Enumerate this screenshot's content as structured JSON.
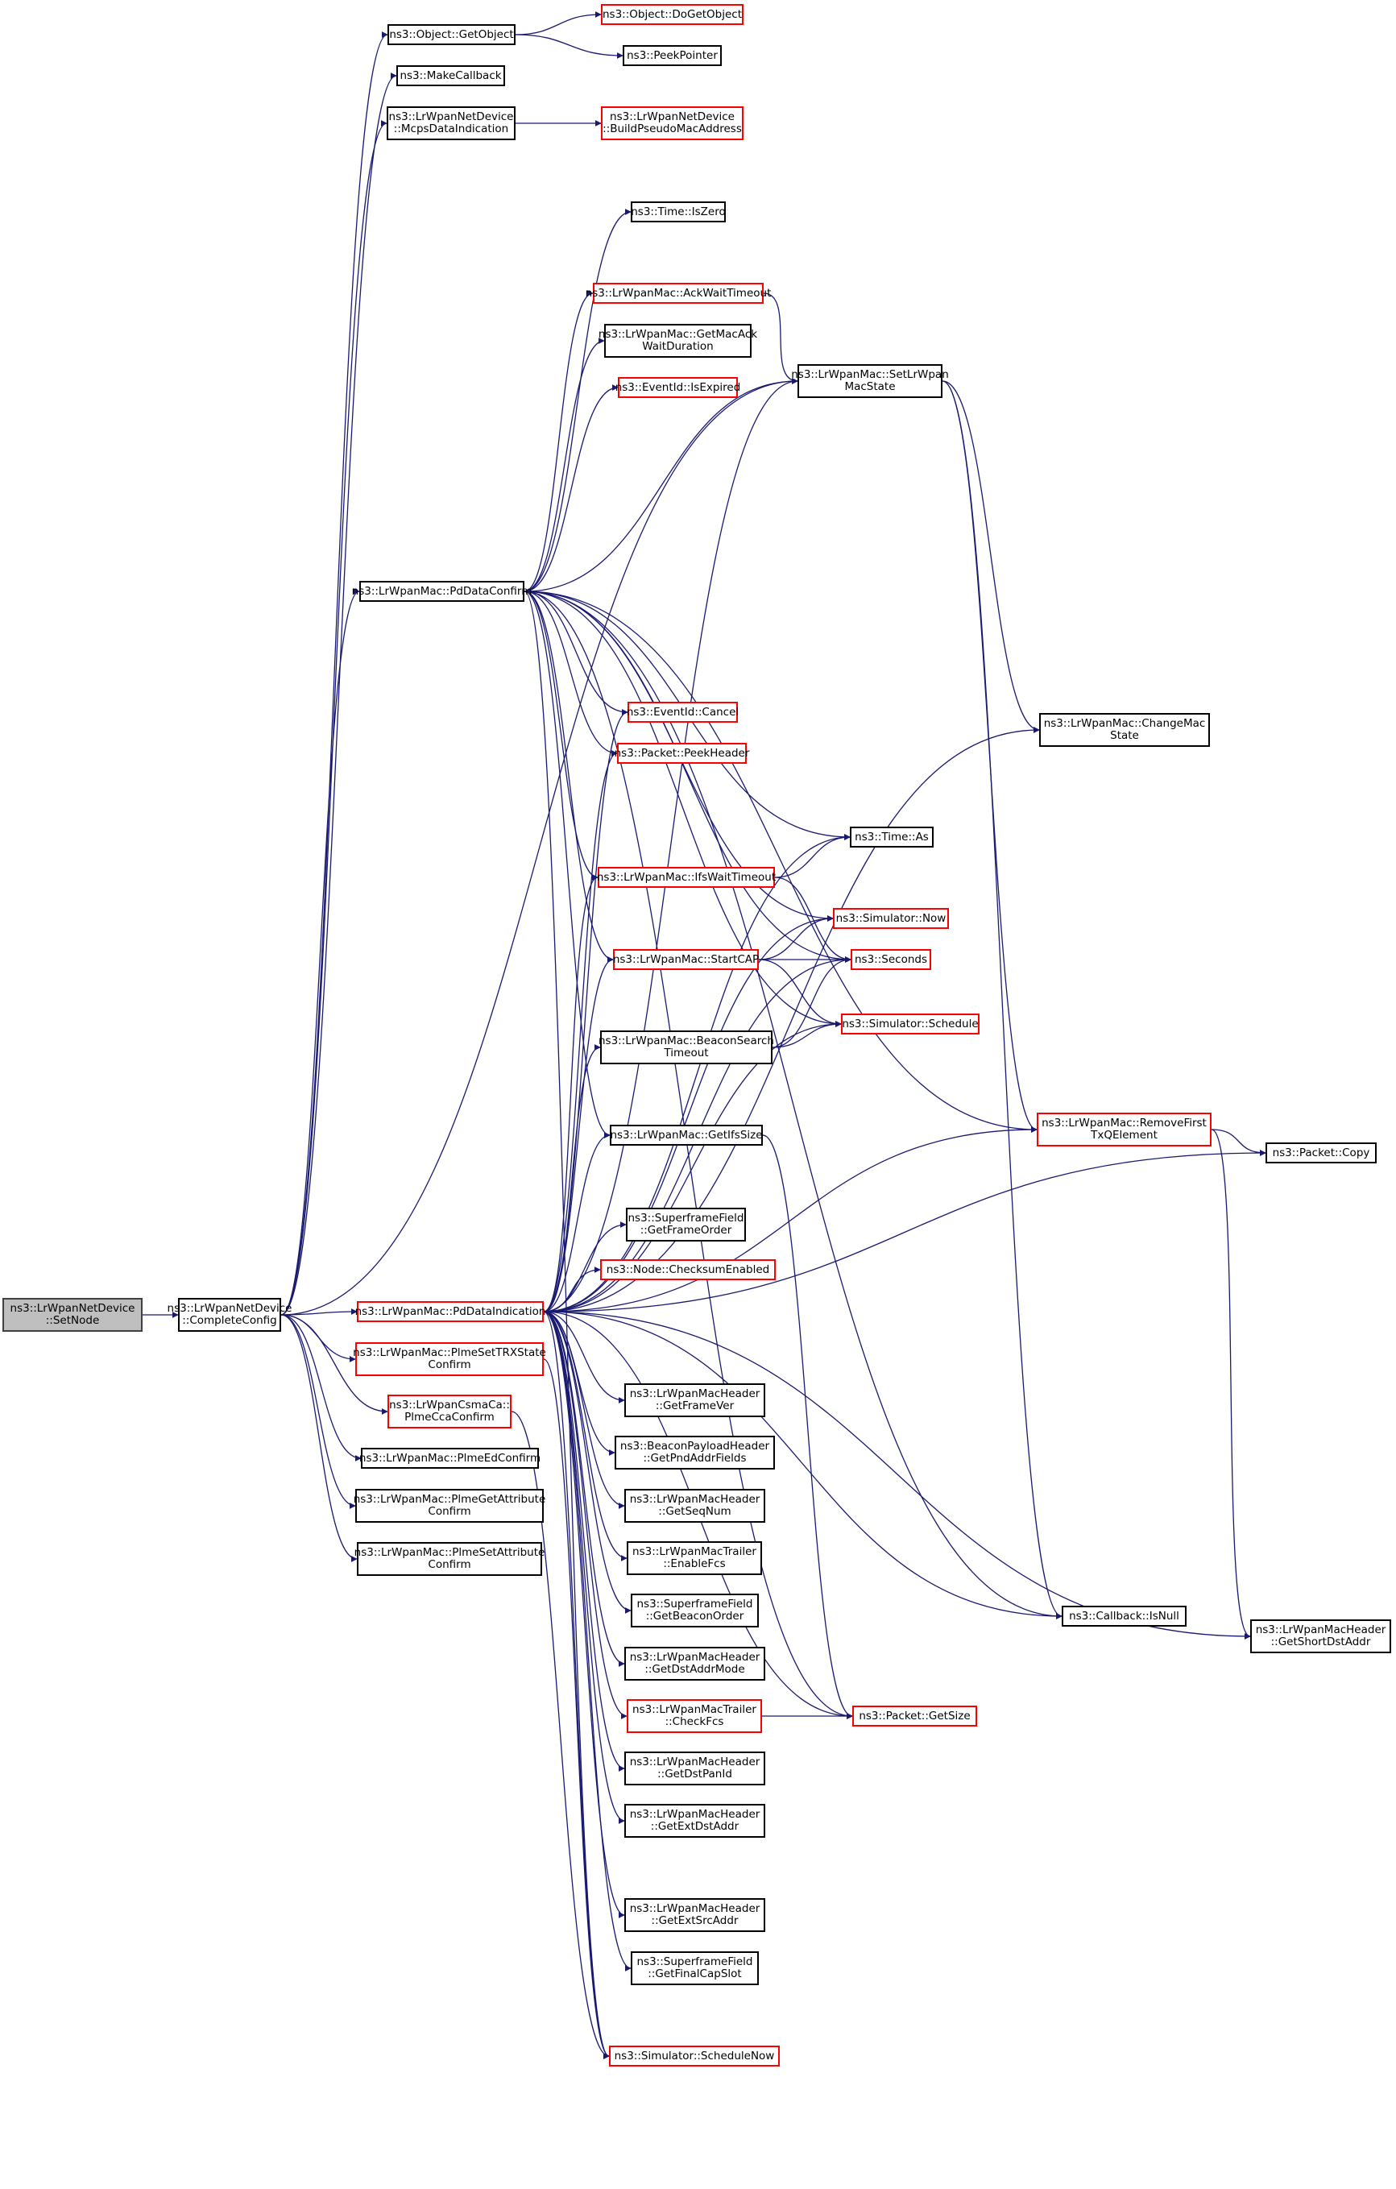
{
  "diagram": {
    "title": "Call graph for ns3::LrWpanNetDevice::SetNode",
    "colors": {
      "edge": "#191970",
      "external_border": "#ff0000",
      "node_border": "#000000",
      "root_fill": "#bfbfbf"
    },
    "nodes": [
      {
        "id": "setnode",
        "label": "ns3::LrWpanNetDevice\n::SetNode",
        "style": "root"
      },
      {
        "id": "completeconfig",
        "label": "ns3::LrWpanNetDevice\n::CompleteConfig",
        "style": "normal"
      },
      {
        "id": "getobject",
        "label": "ns3::Object::GetObject",
        "style": "normal"
      },
      {
        "id": "dogetobject",
        "label": "ns3::Object::DoGetObject",
        "style": "red"
      },
      {
        "id": "peekpointer",
        "label": "ns3::PeekPointer",
        "style": "normal"
      },
      {
        "id": "makecallback",
        "label": "ns3::MakeCallback",
        "style": "normal"
      },
      {
        "id": "mcpsdataind",
        "label": "ns3::LrWpanNetDevice\n::McpsDataIndication",
        "style": "normal"
      },
      {
        "id": "buildpseudo",
        "label": "ns3::LrWpanNetDevice\n::BuildPseudoMacAddress",
        "style": "red"
      },
      {
        "id": "iszero",
        "label": "ns3::Time::IsZero",
        "style": "normal"
      },
      {
        "id": "ackwait",
        "label": "ns3::LrWpanMac::AckWaitTimeout",
        "style": "red"
      },
      {
        "id": "getmacack",
        "label": "ns3::LrWpanMac::GetMacAck\nWaitDuration",
        "style": "normal"
      },
      {
        "id": "isexpired",
        "label": "ns3::EventId::IsExpired",
        "style": "red"
      },
      {
        "id": "setstate",
        "label": "ns3::LrWpanMac::SetLrWpan\nMacState",
        "style": "normal"
      },
      {
        "id": "pddataconfirm",
        "label": "ns3::LrWpanMac::PdDataConfirm",
        "style": "normal"
      },
      {
        "id": "changestate",
        "label": "ns3::LrWpanMac::ChangeMac\nState",
        "style": "normal"
      },
      {
        "id": "cancel",
        "label": "ns3::EventId::Cancel",
        "style": "red"
      },
      {
        "id": "peekheader",
        "label": "ns3::Packet::PeekHeader",
        "style": "red"
      },
      {
        "id": "timeas",
        "label": "ns3::Time::As",
        "style": "normal"
      },
      {
        "id": "ifswait",
        "label": "ns3::LrWpanMac::IfsWaitTimeout",
        "style": "red"
      },
      {
        "id": "simnow",
        "label": "ns3::Simulator::Now",
        "style": "red"
      },
      {
        "id": "startcap",
        "label": "ns3::LrWpanMac::StartCAP",
        "style": "red"
      },
      {
        "id": "seconds",
        "label": "ns3::Seconds",
        "style": "red"
      },
      {
        "id": "beaconsearch",
        "label": "ns3::LrWpanMac::BeaconSearch\nTimeout",
        "style": "normal"
      },
      {
        "id": "schedule",
        "label": "ns3::Simulator::Schedule",
        "style": "red"
      },
      {
        "id": "removefirst",
        "label": "ns3::LrWpanMac::RemoveFirst\nTxQElement",
        "style": "red"
      },
      {
        "id": "getifssize",
        "label": "ns3::LrWpanMac::GetIfsSize",
        "style": "normal"
      },
      {
        "id": "packetcopy",
        "label": "ns3::Packet::Copy",
        "style": "normal"
      },
      {
        "id": "getframeorder",
        "label": "ns3::SuperframeField\n::GetFrameOrder",
        "style": "normal"
      },
      {
        "id": "checksum",
        "label": "ns3::Node::ChecksumEnabled",
        "style": "red"
      },
      {
        "id": "pddataind",
        "label": "ns3::LrWpanMac::PdDataIndication",
        "style": "red"
      },
      {
        "id": "plmesettrx",
        "label": "ns3::LrWpanMac::PlmeSetTRXState\nConfirm",
        "style": "red"
      },
      {
        "id": "plmecca",
        "label": "ns3::LrWpanCsmaCa::\nPlmeCcaConfirm",
        "style": "red"
      },
      {
        "id": "plmeed",
        "label": "ns3::LrWpanMac::PlmeEdConfirm",
        "style": "normal"
      },
      {
        "id": "plmegetattr",
        "label": "ns3::LrWpanMac::PlmeGetAttribute\nConfirm",
        "style": "normal"
      },
      {
        "id": "plmesetattr",
        "label": "ns3::LrWpanMac::PlmeSetAttribute\nConfirm",
        "style": "normal"
      },
      {
        "id": "getframever",
        "label": "ns3::LrWpanMacHeader\n::GetFrameVer",
        "style": "normal"
      },
      {
        "id": "getpndaddr",
        "label": "ns3::BeaconPayloadHeader\n::GetPndAddrFields",
        "style": "normal"
      },
      {
        "id": "getseqnum",
        "label": "ns3::LrWpanMacHeader\n::GetSeqNum",
        "style": "normal"
      },
      {
        "id": "enablefcs",
        "label": "ns3::LrWpanMacTrailer\n::EnableFcs",
        "style": "normal"
      },
      {
        "id": "getbeaconorder",
        "label": "ns3::SuperframeField\n::GetBeaconOrder",
        "style": "normal"
      },
      {
        "id": "getdstaddrmode",
        "label": "ns3::LrWpanMacHeader\n::GetDstAddrMode",
        "style": "normal"
      },
      {
        "id": "checkfcs",
        "label": "ns3::LrWpanMacTrailer\n::CheckFcs",
        "style": "red"
      },
      {
        "id": "getsize",
        "label": "ns3::Packet::GetSize",
        "style": "red"
      },
      {
        "id": "getdstpanid",
        "label": "ns3::LrWpanMacHeader\n::GetDstPanId",
        "style": "normal"
      },
      {
        "id": "getextdst",
        "label": "ns3::LrWpanMacHeader\n::GetExtDstAddr",
        "style": "normal"
      },
      {
        "id": "getextsrc",
        "label": "ns3::LrWpanMacHeader\n::GetExtSrcAddr",
        "style": "normal"
      },
      {
        "id": "getfinalcap",
        "label": "ns3::SuperframeField\n::GetFinalCapSlot",
        "style": "normal"
      },
      {
        "id": "schedulenow",
        "label": "ns3::Simulator::ScheduleNow",
        "style": "red"
      },
      {
        "id": "isnull",
        "label": "ns3::Callback::IsNull",
        "style": "normal"
      },
      {
        "id": "getshortdst",
        "label": "ns3::LrWpanMacHeader\n::GetShortDstAddr",
        "style": "normal"
      }
    ],
    "edges": [
      [
        "setnode",
        "completeconfig"
      ],
      [
        "completeconfig",
        "getobject"
      ],
      [
        "completeconfig",
        "makecallback"
      ],
      [
        "completeconfig",
        "mcpsdataind"
      ],
      [
        "completeconfig",
        "setstate"
      ],
      [
        "completeconfig",
        "pddataconfirm"
      ],
      [
        "completeconfig",
        "pddataind"
      ],
      [
        "completeconfig",
        "plmesettrx"
      ],
      [
        "completeconfig",
        "plmecca"
      ],
      [
        "completeconfig",
        "plmeed"
      ],
      [
        "completeconfig",
        "plmegetattr"
      ],
      [
        "completeconfig",
        "plmesetattr"
      ],
      [
        "getobject",
        "dogetobject"
      ],
      [
        "getobject",
        "peekpointer"
      ],
      [
        "mcpsdataind",
        "buildpseudo"
      ],
      [
        "ackwait",
        "setstate"
      ],
      [
        "setstate",
        "changestate"
      ],
      [
        "setstate",
        "removefirst"
      ],
      [
        "setstate",
        "isnull"
      ],
      [
        "pddataconfirm",
        "iszero"
      ],
      [
        "pddataconfirm",
        "ackwait"
      ],
      [
        "pddataconfirm",
        "getmacack"
      ],
      [
        "pddataconfirm",
        "isexpired"
      ],
      [
        "pddataconfirm",
        "setstate"
      ],
      [
        "pddataconfirm",
        "cancel"
      ],
      [
        "pddataconfirm",
        "peekheader"
      ],
      [
        "pddataconfirm",
        "timeas"
      ],
      [
        "pddataconfirm",
        "ifswait"
      ],
      [
        "pddataconfirm",
        "simnow"
      ],
      [
        "pddataconfirm",
        "startcap"
      ],
      [
        "pddataconfirm",
        "seconds"
      ],
      [
        "pddataconfirm",
        "schedule"
      ],
      [
        "pddataconfirm",
        "removefirst"
      ],
      [
        "pddataconfirm",
        "getifssize"
      ],
      [
        "pddataconfirm",
        "getsize"
      ],
      [
        "pddataconfirm",
        "isnull"
      ],
      [
        "pddataconfirm",
        "schedulenow"
      ],
      [
        "ifswait",
        "timeas"
      ],
      [
        "ifswait",
        "seconds"
      ],
      [
        "startcap",
        "simnow"
      ],
      [
        "startcap",
        "seconds"
      ],
      [
        "startcap",
        "schedule"
      ],
      [
        "beaconsearch",
        "seconds"
      ],
      [
        "beaconsearch",
        "schedule"
      ],
      [
        "removefirst",
        "packetcopy"
      ],
      [
        "removefirst",
        "getshortdst"
      ],
      [
        "getifssize",
        "getsize"
      ],
      [
        "checkfcs",
        "getsize"
      ],
      [
        "pddataind",
        "setstate"
      ],
      [
        "pddataind",
        "cancel"
      ],
      [
        "pddataind",
        "peekheader"
      ],
      [
        "pddataind",
        "timeas"
      ],
      [
        "pddataind",
        "ifswait"
      ],
      [
        "pddataind",
        "simnow"
      ],
      [
        "pddataind",
        "startcap"
      ],
      [
        "pddataind",
        "seconds"
      ],
      [
        "pddataind",
        "beaconsearch"
      ],
      [
        "pddataind",
        "getifssize"
      ],
      [
        "pddataind",
        "changestate"
      ],
      [
        "pddataind",
        "removefirst"
      ],
      [
        "pddataind",
        "packetcopy"
      ],
      [
        "pddataind",
        "getframeorder"
      ],
      [
        "pddataind",
        "checksum"
      ],
      [
        "pddataind",
        "schedule"
      ],
      [
        "pddataind",
        "getframever"
      ],
      [
        "pddataind",
        "getpndaddr"
      ],
      [
        "pddataind",
        "getseqnum"
      ],
      [
        "pddataind",
        "enablefcs"
      ],
      [
        "pddataind",
        "getbeaconorder"
      ],
      [
        "pddataind",
        "getdstaddrmode"
      ],
      [
        "pddataind",
        "checkfcs"
      ],
      [
        "pddataind",
        "getdstpanid"
      ],
      [
        "pddataind",
        "getextdst"
      ],
      [
        "pddataind",
        "getsize"
      ],
      [
        "pddataind",
        "getextsrc"
      ],
      [
        "pddataind",
        "getfinalcap"
      ],
      [
        "pddataind",
        "schedulenow"
      ],
      [
        "pddataind",
        "isnull"
      ],
      [
        "pddataind",
        "getshortdst"
      ],
      [
        "plmesettrx",
        "schedulenow"
      ],
      [
        "plmecca",
        "schedulenow"
      ]
    ]
  }
}
